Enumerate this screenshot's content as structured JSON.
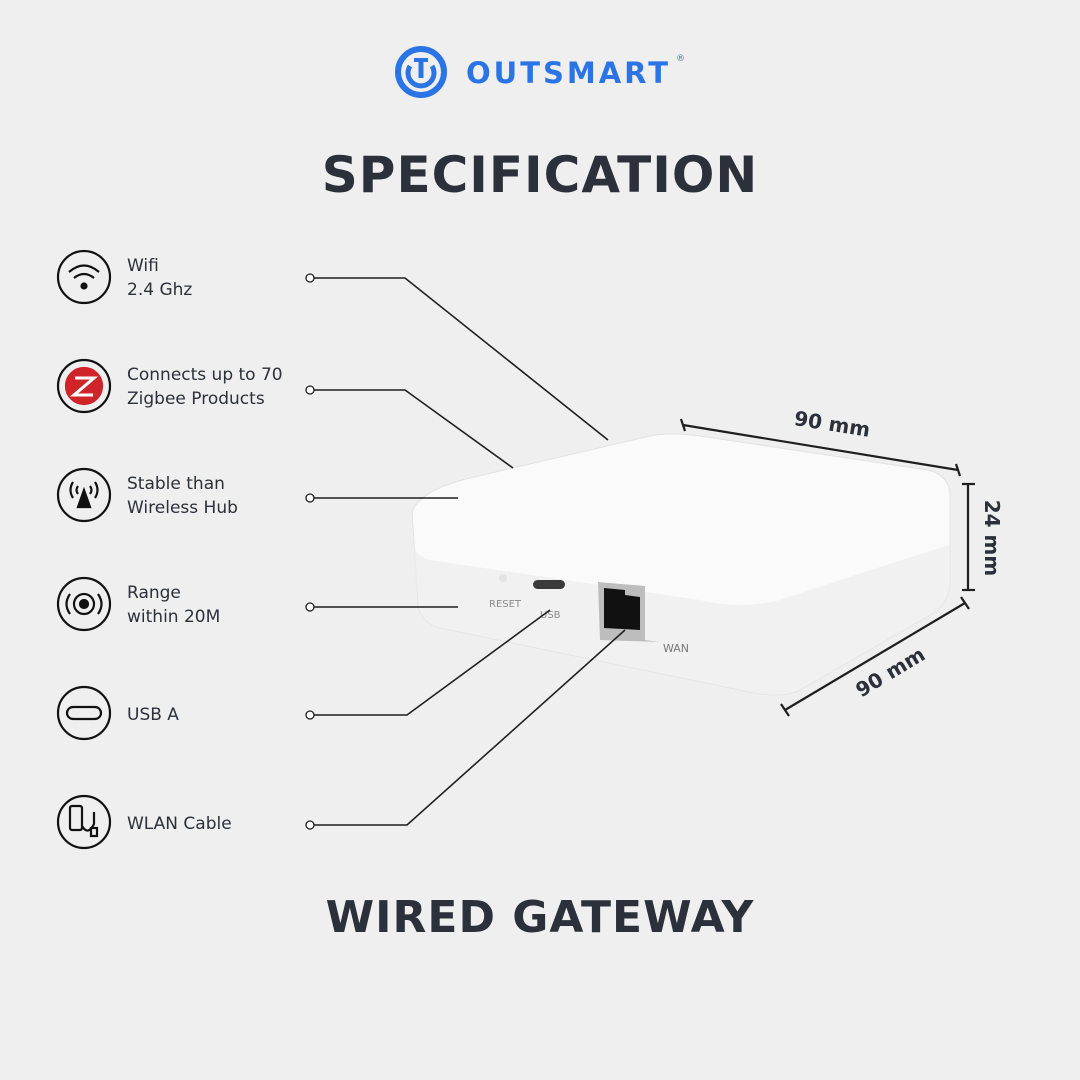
{
  "brand": {
    "name": "OUTSMART",
    "registered": "®",
    "color": "#2a74e6"
  },
  "title": "SPECIFICATION",
  "footer_title": "WIRED GATEWAY",
  "specs": [
    {
      "icon": "wifi-icon",
      "line1": "Wifi",
      "line2": "2.4 Ghz"
    },
    {
      "icon": "zigbee-icon",
      "line1": "Connects up to 70",
      "line2": "Zigbee Products"
    },
    {
      "icon": "antenna-icon",
      "line1": "Stable than",
      "line2": "Wireless Hub"
    },
    {
      "icon": "range-icon",
      "line1": "Range",
      "line2": "within 20M"
    },
    {
      "icon": "usb-port-icon",
      "line1": "USB A",
      "line2": ""
    },
    {
      "icon": "usb-cable-icon",
      "line1": "WLAN Cable",
      "line2": ""
    }
  ],
  "device": {
    "reset_label": "RESET",
    "usb_label": "USB",
    "wan_label": "WAN"
  },
  "dimensions": {
    "width": "90 mm",
    "height": "24 mm",
    "depth": "90 mm"
  }
}
